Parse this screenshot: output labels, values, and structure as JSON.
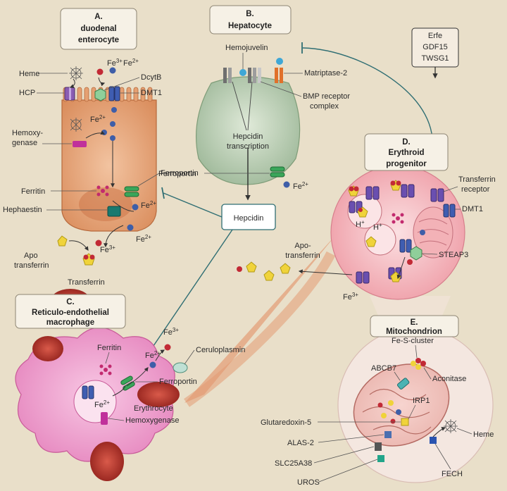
{
  "panels": {
    "a": {
      "letter": "A.",
      "line1": "duodenal",
      "line2": "enterocyte"
    },
    "b": {
      "letter": "B.",
      "line1": "Hepatocyte"
    },
    "c": {
      "letter": "C.",
      "line1": "Reticulo-endothelial",
      "line2": "macrophage"
    },
    "d": {
      "letter": "D.",
      "line1": "Erythroid",
      "line2": "progenitor"
    },
    "e": {
      "letter": "E.",
      "line1": "Mitochondrion"
    }
  },
  "regulators": {
    "line1": "Erfe",
    "line2": "GDF15",
    "line3": "TWSG1"
  },
  "hepcidin_box": "Hepcidin",
  "iron": {
    "fe": "Fe",
    "ox3": "3+",
    "ox2": "2+"
  },
  "labels": {
    "heme": "Heme",
    "hcp": "HCP",
    "dcytb": "DcytB",
    "dmt1": "DMT1",
    "hemoxygenase_1": "Hemoxy-",
    "hemoxygenase_2": "genase",
    "ferritin": "Ferritin",
    "ferroportin": "Ferroportin",
    "hephaestin": "Hephaestin",
    "apo_transferrin_1": "Apo",
    "apo_transferrin_2": "transferrin",
    "transferrin": "Transferrin",
    "hemojuvelin": "Hemojuvelin",
    "matriptase": "Matriptase-2",
    "bmp_1": "BMP receptor",
    "bmp_2": "complex",
    "hepcidin_tx_1": "Hepcidin",
    "hepcidin_tx_2": "transcription",
    "transferrin_receptor_1": "Transferrin",
    "transferrin_receptor_2": "receptor",
    "h_plus": "H",
    "steap3": "STEAP3",
    "apo_tf_d_1": "Apo-",
    "apo_tf_d_2": "transferrin",
    "ceruloplasmin": "Ceruloplasmin",
    "erythrocyte": "Erythrocyte",
    "hemoxygenase_c": "Hemoxygenase",
    "fe_s_cluster": "Fe-S-cluster",
    "abcb7": "ABCB7",
    "aconitase": "Aconitase",
    "irp1": "IRP1",
    "glutaredoxin": "Glutaredoxin-5",
    "alas2": "ALAS-2",
    "slc25a38": "SLC25A38",
    "uros": "UROS",
    "fech": "FECH"
  },
  "colors": {
    "background": "#e9dfc9",
    "enterocyte": "#e8a577",
    "hepatocyte": "#b9cdb2",
    "macrophage": "#f2a6d0",
    "erythroid": "#f6c9cc",
    "iron_fe2": "#3e5ea8",
    "iron_fe3": "#c22a35",
    "regulation_line": "#2f6e73"
  }
}
